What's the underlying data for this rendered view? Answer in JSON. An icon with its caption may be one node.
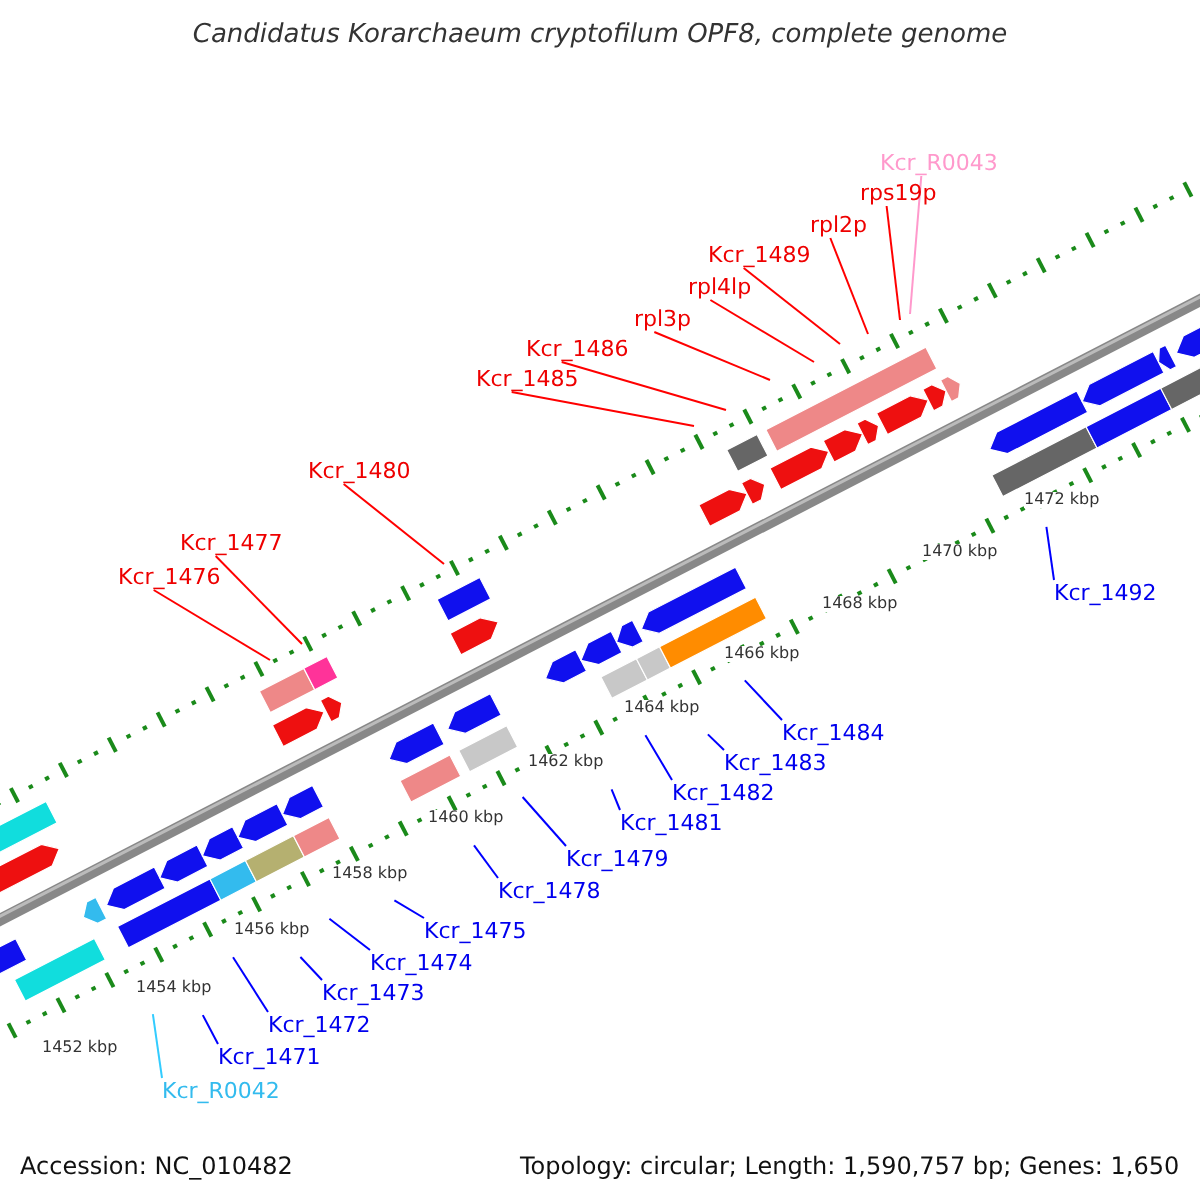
{
  "diagram": {
    "title": "Candidatus Korarchaeum cryptofilum OPF8, complete genome",
    "nodes": [
      {
        "text": [
          "Kcr_R0043"
        ]
      },
      {
        "text": [
          "rps19p"
        ]
      },
      {
        "text": [
          "rpl2p"
        ]
      },
      {
        "text": [
          "Kcr_1489"
        ]
      },
      {
        "text": [
          "rpl4lp"
        ]
      },
      {
        "text": [
          "rpl3p"
        ]
      },
      {
        "text": [
          "Kcr_1486"
        ]
      },
      {
        "text": [
          "Kcr_1485"
        ]
      },
      {
        "text": [
          "Kcr_1480"
        ]
      },
      {
        "text": [
          "Kcr_1477"
        ]
      },
      {
        "text": [
          "Kcr_1476"
        ]
      },
      {
        "text": [
          "Kcr_1492"
        ]
      },
      {
        "text": [
          "Kcr_1484"
        ]
      },
      {
        "text": [
          "Kcr_1483"
        ]
      },
      {
        "text": [
          "Kcr_1482"
        ]
      },
      {
        "text": [
          "Kcr_1481"
        ]
      },
      {
        "text": [
          "Kcr_1479"
        ]
      },
      {
        "text": [
          "Kcr_1478"
        ]
      },
      {
        "text": [
          "Kcr_1475"
        ]
      },
      {
        "text": [
          "Kcr_1474"
        ]
      },
      {
        "text": [
          "Kcr_1473"
        ]
      },
      {
        "text": [
          "Kcr_1472"
        ]
      },
      {
        "text": [
          "Kcr_1471"
        ]
      },
      {
        "text": [
          "Kcr_R0042"
        ]
      }
    ],
    "edges": [
      {
        "from": 0,
        "to": null,
        "arrow": "none",
        "color": "#ff99cc"
      },
      {
        "from": 1,
        "to": null,
        "arrow": "none",
        "color": "#ff0000"
      },
      {
        "from": 2,
        "to": null,
        "arrow": "none",
        "color": "#ff0000"
      },
      {
        "from": 3,
        "to": null,
        "arrow": "none",
        "color": "#ff0000"
      },
      {
        "from": 4,
        "to": null,
        "arrow": "none",
        "color": "#ff0000"
      },
      {
        "from": 5,
        "to": null,
        "arrow": "none",
        "color": "#ff0000"
      },
      {
        "from": 6,
        "to": null,
        "arrow": "none",
        "color": "#ff0000"
      },
      {
        "from": 7,
        "to": null,
        "arrow": "none",
        "color": "#ff0000"
      },
      {
        "from": 8,
        "to": null,
        "arrow": "none",
        "color": "#ff0000"
      },
      {
        "from": 9,
        "to": null,
        "arrow": "none",
        "color": "#ff0000"
      },
      {
        "from": 10,
        "to": null,
        "arrow": "none",
        "color": "#ff0000"
      },
      {
        "from": 11,
        "to": null,
        "arrow": "none"
      },
      {
        "from": 12,
        "to": null,
        "arrow": "none"
      },
      {
        "from": 13,
        "to": null,
        "arrow": "none"
      },
      {
        "from": 14,
        "to": null,
        "arrow": "none"
      },
      {
        "from": 15,
        "to": null,
        "arrow": "none"
      },
      {
        "from": 16,
        "to": null,
        "arrow": "none"
      },
      {
        "from": 17,
        "to": null,
        "arrow": "none"
      },
      {
        "from": 18,
        "to": null,
        "arrow": "none"
      },
      {
        "from": 19,
        "to": null,
        "arrow": "none"
      },
      {
        "from": 20,
        "to": null,
        "arrow": "none"
      },
      {
        "from": 21,
        "to": null,
        "arrow": "none"
      },
      {
        "from": 22,
        "to": null,
        "arrow": "none"
      },
      {
        "from": 23,
        "to": null,
        "arrow": "none",
        "color": "#33ccff"
      }
    ],
    "labels": [
      "1472 kbp",
      "1470 kbp",
      "1468 kbp",
      "1466 kbp",
      "1464 kbp",
      "1462 kbp",
      "1460 kbp",
      "1458 kbp",
      "1456 kbp",
      "1454 kbp",
      "1452 kbp",
      "Accession: NC_010482",
      "Topology: circular; Length: 1,590,757 bp; Genes: 1,650"
    ]
  }
}
